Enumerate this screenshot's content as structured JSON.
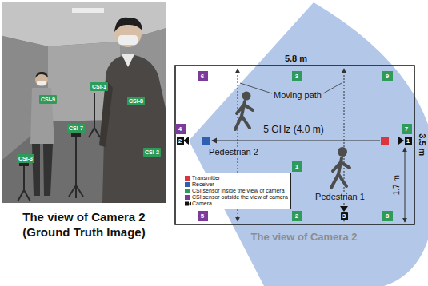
{
  "diagram": {
    "caption": "The view of Camera 2 (Ground Truth Image)",
    "nodes": [
      {
        "text": [
          "CSI-9"
        ]
      },
      {
        "text": [
          "CSI-1"
        ]
      },
      {
        "text": [
          "CSI-8"
        ]
      },
      {
        "text": [
          "CSI-3"
        ]
      },
      {
        "text": [
          "CSI-7"
        ]
      },
      {
        "text": [
          "CSI-2"
        ]
      },
      {
        "text": [
          "6"
        ]
      },
      {
        "text": [
          "3"
        ]
      },
      {
        "text": [
          "9"
        ]
      },
      {
        "text": [
          "4"
        ]
      },
      {
        "text": [
          "2"
        ]
      },
      {
        "text": [
          "7"
        ]
      },
      {
        "text": [
          "1"
        ]
      },
      {
        "text": [
          "1"
        ]
      },
      {
        "text": [
          "5"
        ]
      },
      {
        "text": [
          "2"
        ]
      },
      {
        "text": [
          "3"
        ]
      },
      {
        "text": [
          "8"
        ]
      }
    ],
    "labels": [
      "5.8 m",
      "3.5 m",
      "Moving path",
      "5 GHz (4.0 m)",
      "Pedestrian 2",
      "Pedestrian 1",
      "1.7 m",
      "The view of Camera 2"
    ],
    "legend": [
      {
        "text": "Transmitter",
        "color": "#d9363e"
      },
      {
        "text": "Receiver",
        "color": "#2f5fb3"
      },
      {
        "text": "CSI sensor inside the view of camera",
        "color": "#2f9b5a"
      },
      {
        "text": "CSI sensor outside the view of camera",
        "color": "#7a3b99"
      },
      {
        "text": "Camera"
      }
    ]
  }
}
